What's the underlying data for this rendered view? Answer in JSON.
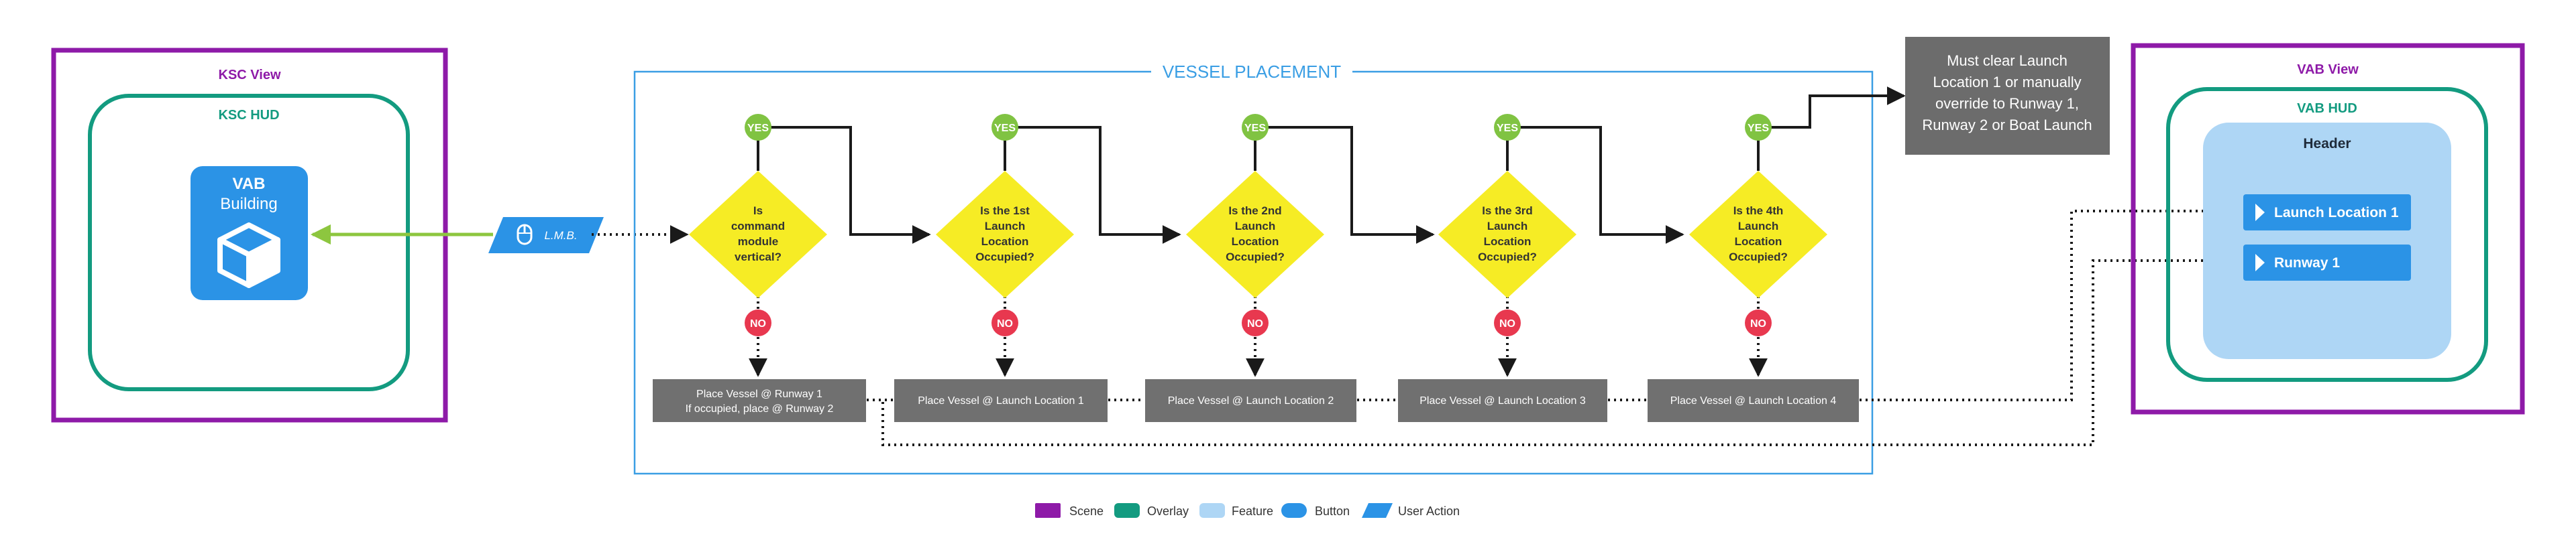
{
  "scenes": {
    "ksc_view": "KSC View",
    "ksc_hud": "KSC HUD",
    "vab_building_line1": "VAB",
    "vab_building_line2": "Building",
    "vab_view": "VAB View",
    "vab_hud": "VAB HUD",
    "header": "Header"
  },
  "user_action": {
    "label": "L.M.B."
  },
  "vessel_placement": {
    "title": "VESSEL PLACEMENT"
  },
  "decisions": [
    {
      "lines": [
        "Is",
        "command",
        "module",
        "vertical?"
      ]
    },
    {
      "lines": [
        "Is the 1st",
        "Launch",
        "Location",
        "Occupied?"
      ]
    },
    {
      "lines": [
        "Is the 2nd",
        "Launch",
        "Location",
        "Occupied?"
      ]
    },
    {
      "lines": [
        "Is the 3rd",
        "Launch",
        "Location",
        "Occupied?"
      ]
    },
    {
      "lines": [
        "Is the 4th",
        "Launch",
        "Location",
        "Occupied?"
      ]
    }
  ],
  "yes_label": "YES",
  "no_label": "NO",
  "actions": [
    {
      "lines": [
        "Place Vessel @ Runway 1",
        "If occupied, place @ Runway 2"
      ]
    },
    {
      "lines": [
        "Place Vessel @ Launch Location 1"
      ]
    },
    {
      "lines": [
        "Place Vessel @ Launch Location 2"
      ]
    },
    {
      "lines": [
        "Place Vessel @ Launch Location 3"
      ]
    },
    {
      "lines": [
        "Place Vessel @ Launch Location 4"
      ]
    }
  ],
  "note": {
    "lines": [
      "Must clear Launch",
      "Location 1 or manually",
      "override to Runway 1,",
      "Runway 2 or Boat Launch"
    ]
  },
  "buttons": {
    "launch_location_1": "Launch Location 1",
    "runway_1": "Runway 1"
  },
  "legend": [
    {
      "label": "Scene",
      "color": "#8e1aa8"
    },
    {
      "label": "Overlay",
      "color": "#139b80"
    },
    {
      "label": "Feature",
      "color": "#aed6f5"
    },
    {
      "label": "Button",
      "color": "#2b93e6"
    },
    {
      "label": "User Action",
      "color": "#2b93e6"
    }
  ],
  "colors": {
    "scene": "#8e1aa8",
    "overlay": "#139b80",
    "feature": "#aed6f5",
    "button": "#2b93e6",
    "decision": "#f6ec25",
    "yes": "#80c342",
    "no": "#e8384f",
    "action_box": "#707070",
    "note_box": "#6c6c6c",
    "arrow_green": "#8dc63f"
  }
}
